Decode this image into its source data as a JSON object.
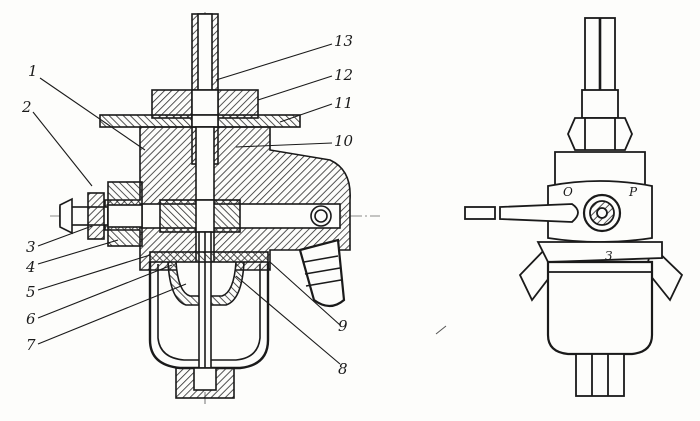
{
  "section_view": {
    "labels": {
      "l1": "1",
      "l2": "2",
      "l3": "3",
      "l4": "4",
      "l5": "5",
      "l6": "6",
      "l7": "7",
      "l8": "8",
      "l9": "9",
      "l10": "10",
      "l11": "11",
      "l12": "12",
      "l13": "13"
    }
  },
  "side_view": {
    "marks": {
      "open": "О",
      "closed": "Р",
      "bowl": "З"
    }
  },
  "colors": {
    "ink": "#1a1a1a",
    "paper": "#fdfdfb",
    "hatch": "#2a2a2a"
  }
}
